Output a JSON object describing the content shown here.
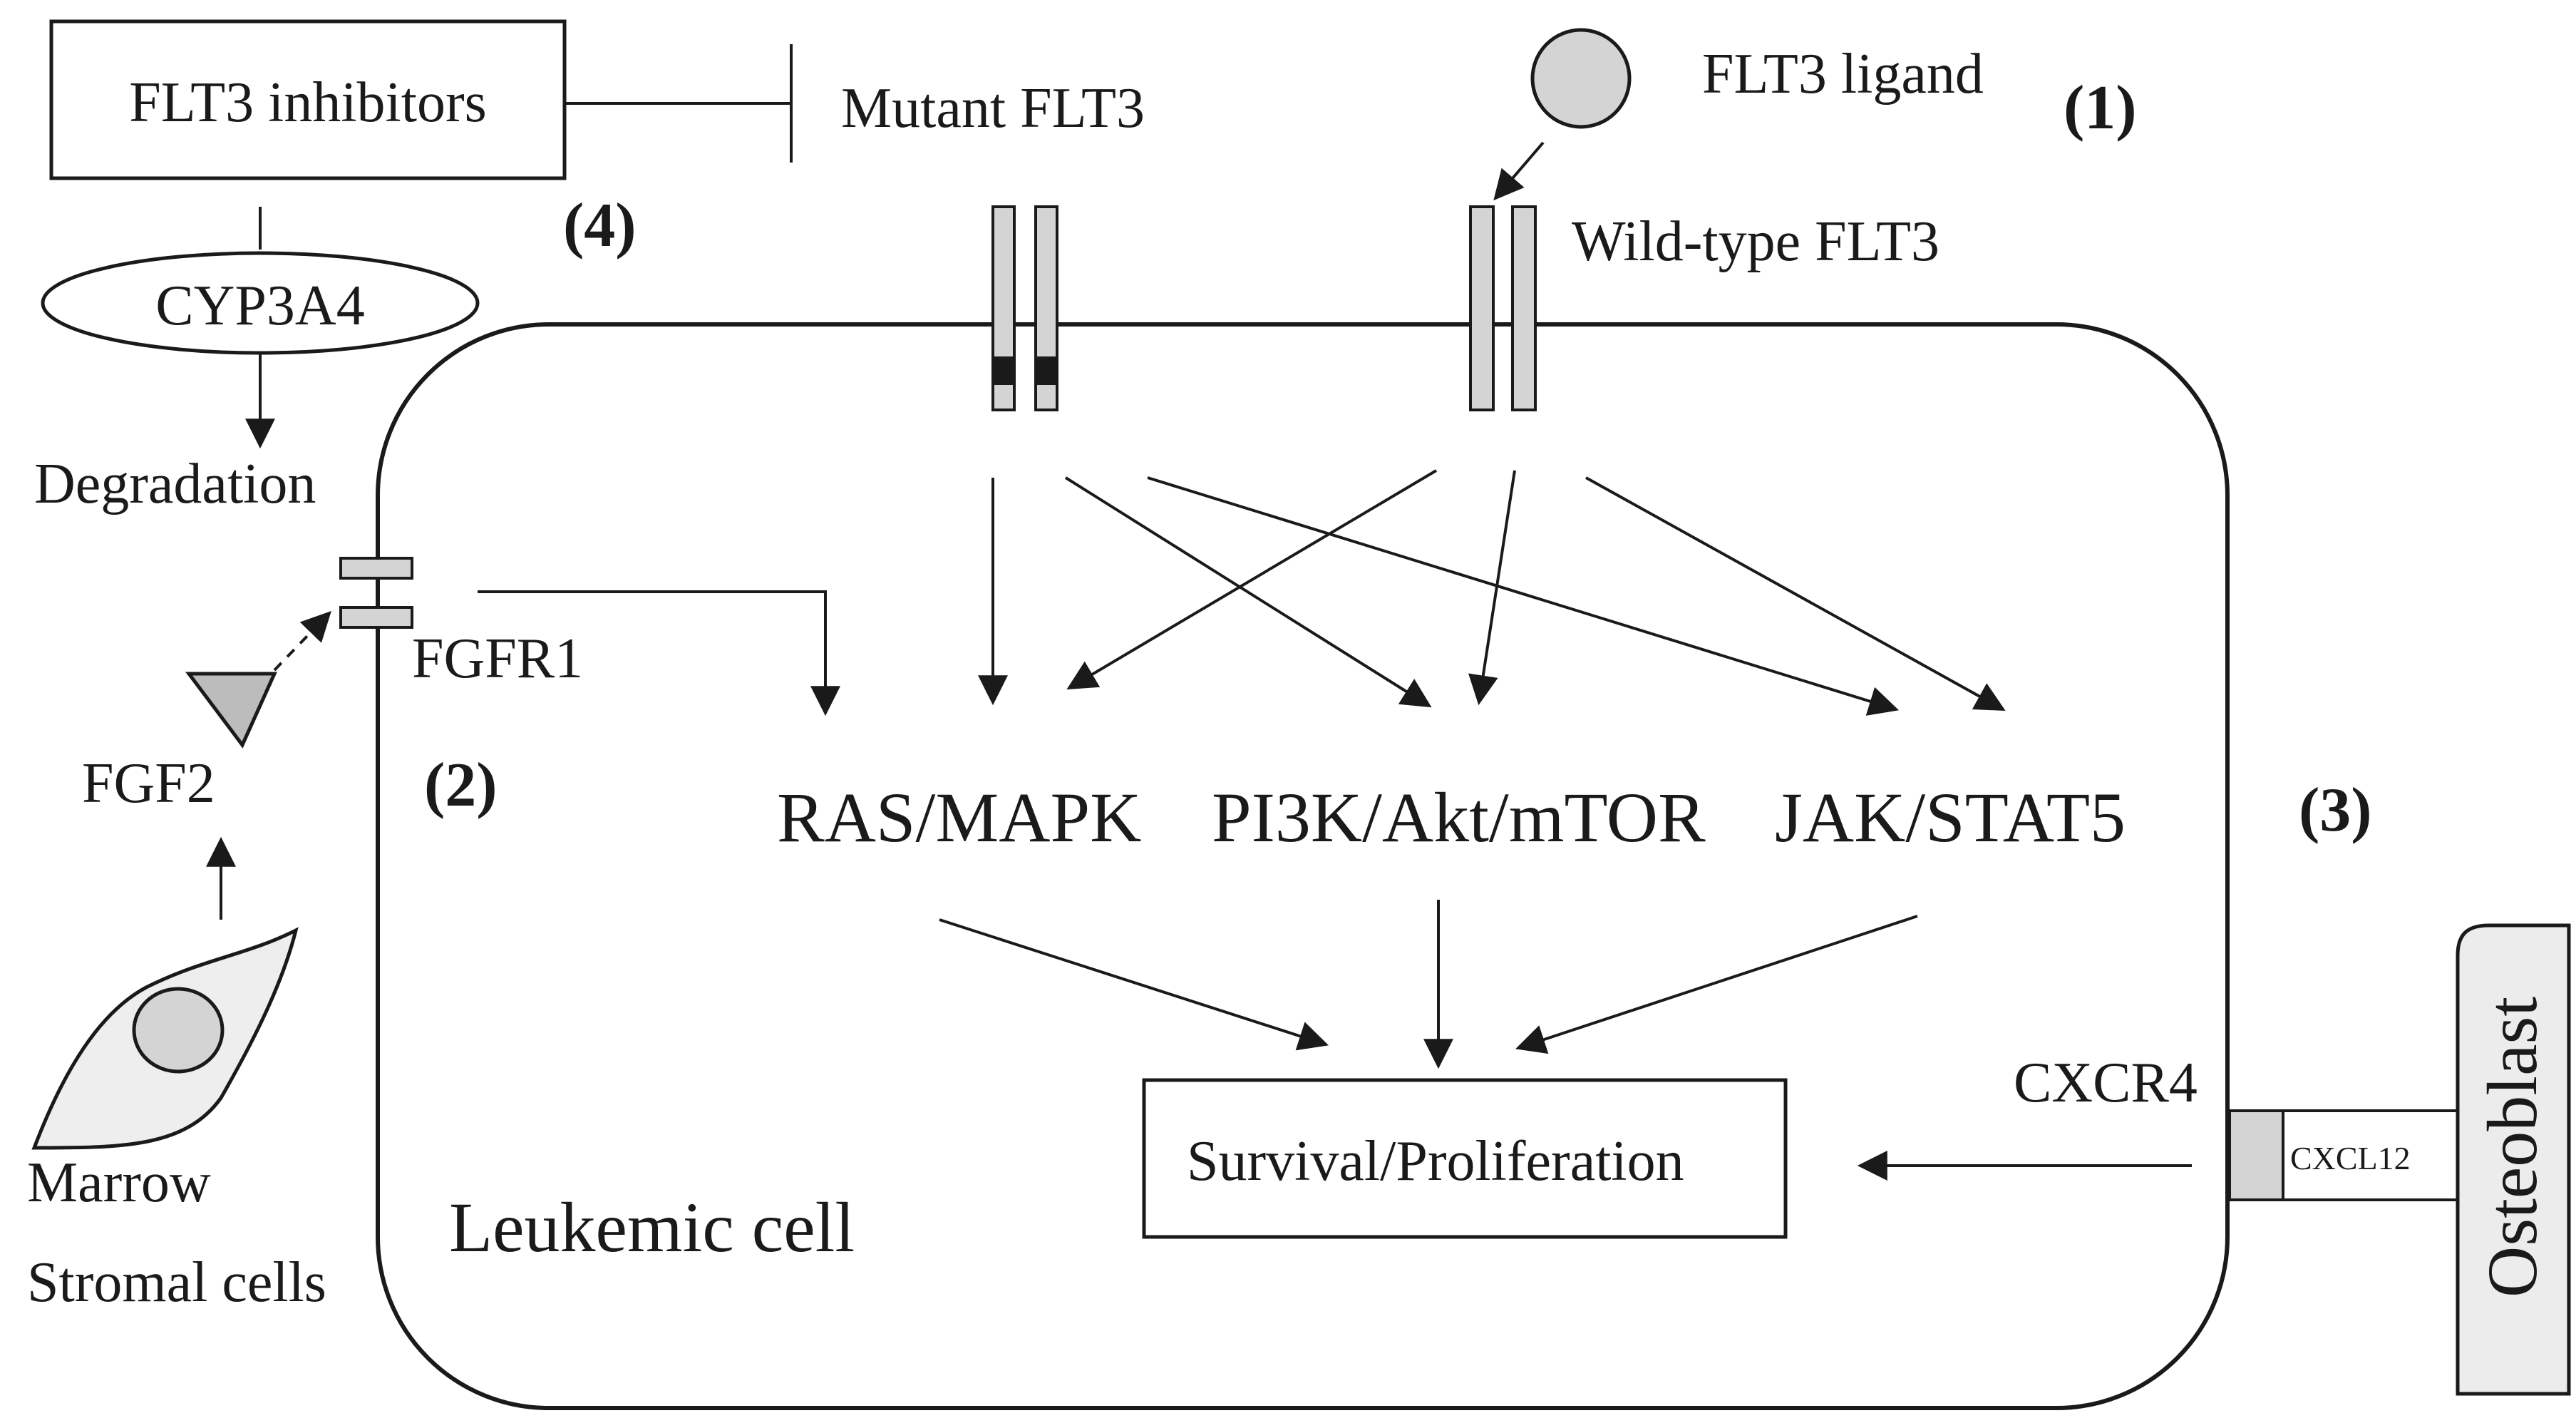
{
  "labels": {
    "flt3_inhibitors": "FLT3 inhibitors",
    "mutant_flt3": "Mutant FLT3",
    "flt3_ligand": "FLT3 ligand",
    "wild_type_flt3": "Wild-type FLT3",
    "cyp3a4": "CYP3A4",
    "degradation": "Degradation",
    "fgfr1": "FGFR1",
    "fgf2": "FGF2",
    "marrow": "Marrow",
    "stromal_cells": "Stromal cells",
    "ras_mapk": "RAS/MAPK",
    "pi3k_akt_mtor": "PI3K/Akt/mTOR",
    "jak_stat5": "JAK/STAT5",
    "survival_proliferation": "Survival/Proliferation",
    "leukemic_cell": "Leukemic cell",
    "cxcr4": "CXCR4",
    "cxcl12": "CXCL12",
    "osteoblast": "Osteoblast"
  },
  "mechanisms": {
    "m1": "(1)",
    "m2": "(2)",
    "m3": "(3)",
    "m4": "(4)"
  },
  "colors": {
    "line": "#1a1a1a",
    "shape_fill": "#d4d4d4",
    "background": "#ffffff"
  }
}
